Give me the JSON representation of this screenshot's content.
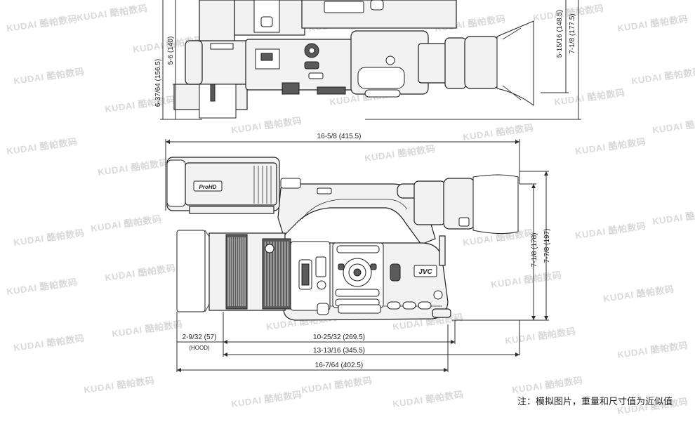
{
  "dimensions_top_view": {
    "height_outer": "6-37/64 (156.5)",
    "height_inner": "5-6 (140)",
    "eyecup_height_inner": "5-15/16 (148.5)",
    "eyecup_height_outer": "7-1/8 (177.5)"
  },
  "dimensions_side_view": {
    "total_length": "16-5/8 (415.5)",
    "body_height": "7-1/8 (178)",
    "total_height": "7-7/8 (197)",
    "hood_length": "2-9/32 (57)",
    "hood_label": "(HOOD)",
    "lens_to_body": "10-25/32 (269.5)",
    "body_length": "13-13/16 (345.5)",
    "base_length": "16-7/64 (402.5)"
  },
  "brand": {
    "logo_text": "JVC",
    "badge_text": "ProHD"
  },
  "watermark": {
    "text": "KUDAI 酷帕数码"
  },
  "footnote": "注：模拟图片，重量和尺寸值为近似值"
}
